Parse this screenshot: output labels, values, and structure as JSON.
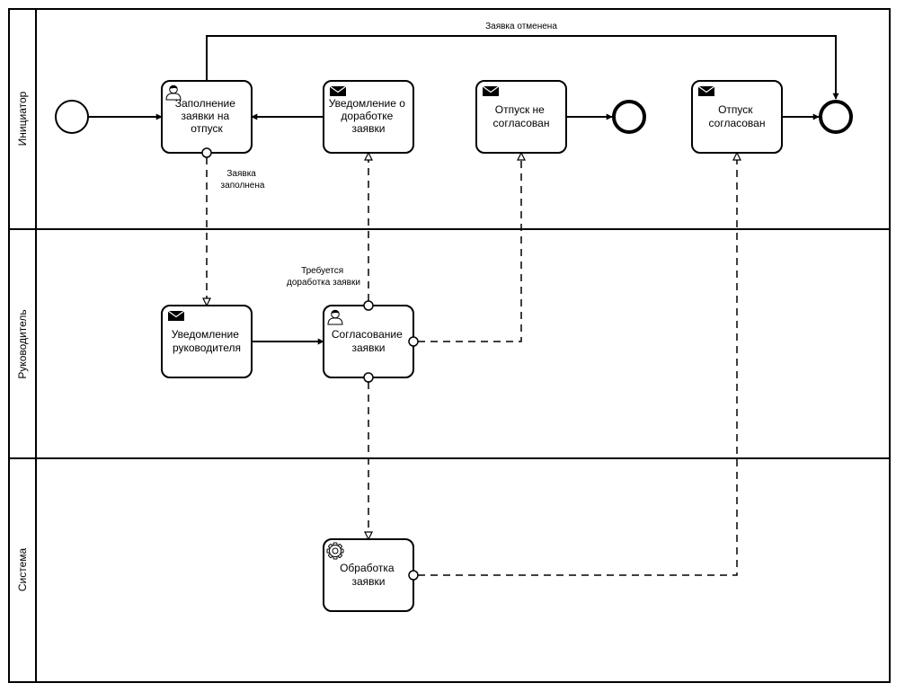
{
  "lanes": [
    {
      "id": "initiator",
      "label": "Инициатор"
    },
    {
      "id": "manager",
      "label": "Руководитель"
    },
    {
      "id": "system",
      "label": "Система"
    }
  ],
  "tasks": [
    {
      "id": "fill",
      "type": "user",
      "lines": [
        "Заполнение",
        "заявки на",
        "отпуск"
      ]
    },
    {
      "id": "notify_rework",
      "type": "message",
      "lines": [
        "Уведомление о",
        "доработке",
        "заявки"
      ]
    },
    {
      "id": "not_approved",
      "type": "message",
      "lines": [
        "Отпуск не",
        "согласован"
      ]
    },
    {
      "id": "approved",
      "type": "message",
      "lines": [
        "Отпуск",
        "согласован"
      ]
    },
    {
      "id": "notify_manager",
      "type": "message",
      "lines": [
        "Уведомление",
        "руководителя"
      ]
    },
    {
      "id": "approve",
      "type": "user",
      "lines": [
        "Согласование",
        "заявки"
      ]
    },
    {
      "id": "process",
      "type": "service",
      "lines": [
        "Обработка",
        "заявки"
      ]
    }
  ],
  "flow_labels": {
    "cancelled": "Заявка отменена",
    "filled": [
      "Заявка",
      "заполнена"
    ],
    "rework": [
      "Требуется",
      "доработка заявки"
    ]
  }
}
